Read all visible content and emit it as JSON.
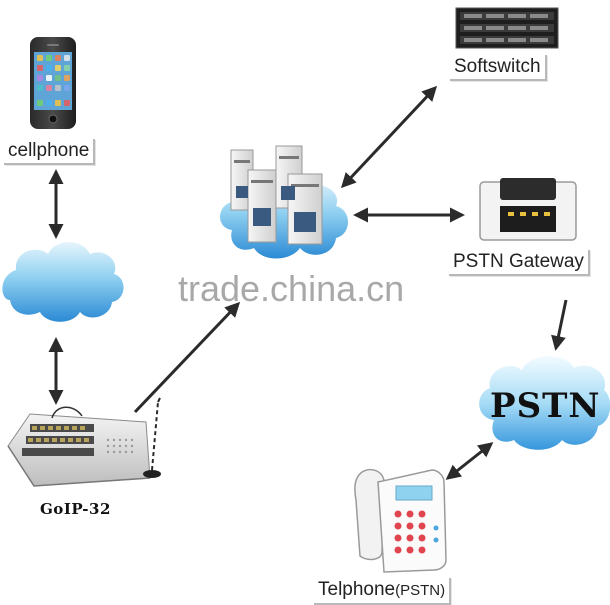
{
  "labels": {
    "cellphone": "cellphone",
    "softswitch": "Softswitch",
    "pstn_gateway": "PSTN Gateway",
    "goip": "GoIP-32",
    "pstn": "PSTN",
    "telphone_main": "Telphone",
    "telphone_paren": "(PSTN)"
  },
  "watermark": "trade.china.cn",
  "colors": {
    "cloud_light": "#d9eefa",
    "cloud_mid": "#7cc3ec",
    "cloud_dark": "#2f8fd6",
    "arrow": "#2b2b2b",
    "label_border": "#b8b8b8"
  },
  "icons": [
    "cellphone-icon",
    "server-rack-icon",
    "servers-icon",
    "pstn-gateway-icon",
    "goip-device-icon",
    "antenna-icon",
    "telephone-icon",
    "cloud-icon"
  ]
}
